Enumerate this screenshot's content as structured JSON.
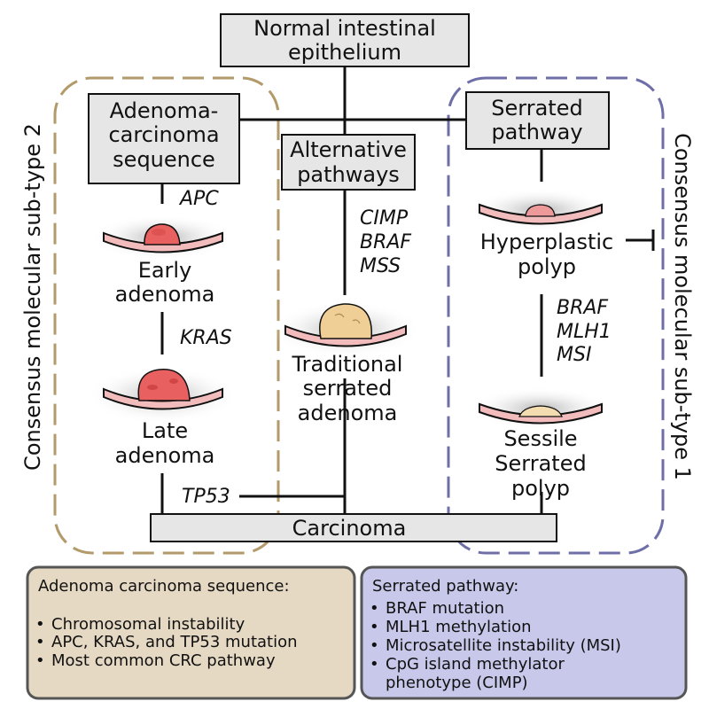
{
  "top_box": {
    "line1": "Normal intestinal",
    "line2": "epithelium"
  },
  "adenoma_box": {
    "line1": "Adenoma-",
    "line2": "carcinoma",
    "line3": "sequence"
  },
  "alternative_box": {
    "line1": "Alternative",
    "line2": "pathways"
  },
  "serrated_box": {
    "line1": "Serrated",
    "line2": "pathway"
  },
  "carcinoma_box": {
    "label": "Carcinoma"
  },
  "side_labels": {
    "left": "Consensus molecular sub-type 2",
    "right": "Consensus molecular sub-type 1"
  },
  "left_column": {
    "gene1": "APC",
    "stage1": {
      "line1": "Early",
      "line2": "adenoma"
    },
    "gene2": "KRAS",
    "stage2": {
      "line1": "Late",
      "line2": "adenoma"
    },
    "gene3": "TP53"
  },
  "middle_column": {
    "genes": [
      "CIMP",
      "BRAF",
      "MSS"
    ],
    "stage": {
      "line1": "Traditional",
      "line2": "serrated",
      "line3": "adenoma"
    }
  },
  "right_column": {
    "stage1": {
      "line1": "Hyperplastic",
      "line2": "polyp"
    },
    "genes": [
      "BRAF",
      "MLH1",
      "MSI"
    ],
    "stage2": {
      "line1": "Sessile",
      "line2": "Serrated",
      "line3": "polyp"
    }
  },
  "legend_left": {
    "title": "Adenoma carcinoma sequence:",
    "items": [
      "Chromosomal instability",
      "APC, KRAS, and TP53 mutation",
      "Most common CRC pathway"
    ]
  },
  "legend_right": {
    "title": "Serrated pathway:",
    "items": [
      "BRAF mutation",
      "MLH1 methylation",
      "Microsatellite instability (MSI)",
      "CpG island methylator",
      "phenotype (CIMP)"
    ]
  },
  "colors": {
    "box_fill": "#e6e6e6",
    "tan": "#b29a6a",
    "tan_fill": "#e6d9c4",
    "purple": "#6f6fa8",
    "purple_fill": "#c7c8ea",
    "tissue": "#f2bcbc",
    "polyp_red": "#e86060",
    "polyp_yellow": "#efcf95",
    "polyp_cream": "#f3dcb0"
  }
}
